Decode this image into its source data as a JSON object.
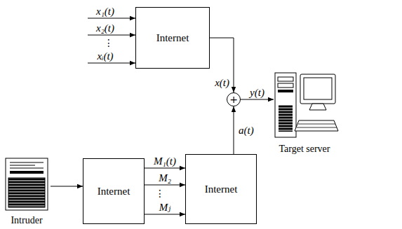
{
  "diagram": {
    "nodes": [
      {
        "text": [
          "Internet"
        ]
      },
      {
        "text": [
          "+"
        ]
      },
      {
        "text": [
          "Target server"
        ]
      },
      {
        "text": [
          "Intruder"
        ]
      },
      {
        "text": [
          "Internet"
        ]
      },
      {
        "text": [
          "Internet"
        ]
      }
    ],
    "edges": [
      {
        "from": 0,
        "to": 1,
        "arrow": "to",
        "label": "x(t)"
      },
      {
        "from": 5,
        "to": 1,
        "arrow": "to",
        "label": "a(t)"
      },
      {
        "from": 1,
        "to": 2,
        "arrow": "to",
        "label": "y(t)"
      },
      {
        "from": 3,
        "to": 4,
        "arrow": "to"
      },
      {
        "from": 4,
        "to": 5,
        "arrow": "to",
        "label": "M₁(t)"
      },
      {
        "from": 4,
        "to": 5,
        "arrow": "to",
        "label": "M₂"
      },
      {
        "from": 4,
        "to": 5,
        "arrow": "to",
        "label": "Mⱼ"
      }
    ],
    "labels": [
      "x₁(t)",
      "x₂(t)",
      "⋮",
      "xᵢ(t)",
      "⋮"
    ]
  }
}
